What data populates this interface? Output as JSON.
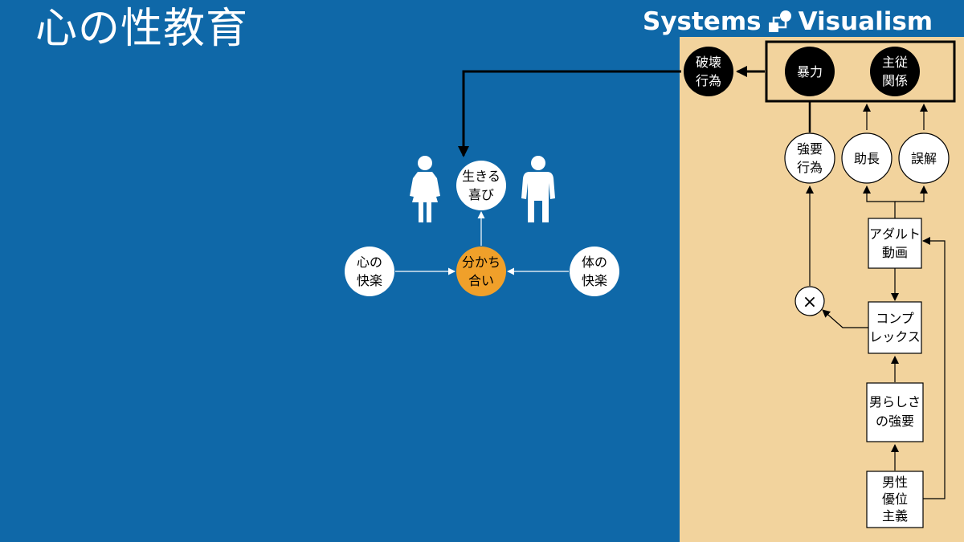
{
  "header": {
    "title": "心の性教育",
    "brand_left": "Systems",
    "brand_right": "Visualism",
    "brand_logo_icon": "flow-logo-icon"
  },
  "colors": {
    "background": "#0f68a8",
    "panel": "#f2d39d",
    "accent_node": "#f0a02a",
    "dark_node": "#000000",
    "light_node": "#ffffff"
  },
  "left_diagram": {
    "joy": [
      "生きる",
      "喜び"
    ],
    "share": [
      "分かち",
      "合い"
    ],
    "mind_pleasure": [
      "心の",
      "快楽"
    ],
    "body_pleasure": [
      "体の",
      "快楽"
    ],
    "female_icon": "woman-icon",
    "male_icon": "man-icon"
  },
  "right_diagram": {
    "destruction": [
      "破壊",
      "行為"
    ],
    "violence": [
      "暴力"
    ],
    "dominance": [
      "主従",
      "関係"
    ],
    "coercion": [
      "強要",
      "行為"
    ],
    "promotion": [
      "助長"
    ],
    "misunderstanding": [
      "誤解"
    ],
    "adult_video": [
      "アダルト",
      "動画"
    ],
    "multiply": "×",
    "complex": [
      "コンプ",
      "レックス"
    ],
    "masculinity": [
      "男らしさ",
      "の強要"
    ],
    "male_supremacy": [
      "男性",
      "優位",
      "主義"
    ]
  }
}
